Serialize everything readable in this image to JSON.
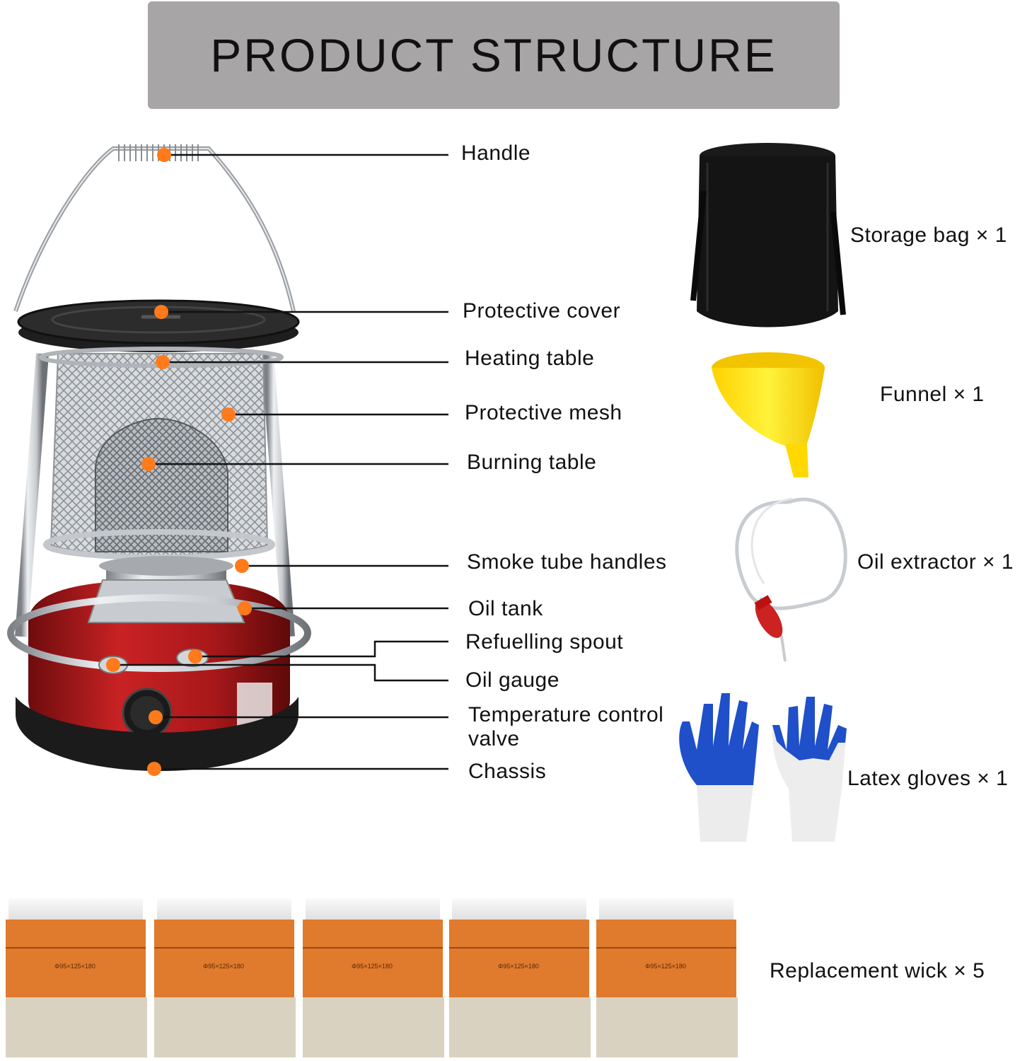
{
  "title": "PRODUCT STRUCTURE",
  "parts": [
    {
      "label": "Handle"
    },
    {
      "label": "Protective cover"
    },
    {
      "label": "Heating table"
    },
    {
      "label": "Protective mesh"
    },
    {
      "label": "Burning table"
    },
    {
      "label": "Smoke tube handles"
    },
    {
      "label": "Oil tank"
    },
    {
      "label": "Refuelling spout"
    },
    {
      "label": "Oil gauge"
    },
    {
      "label": "Temperature control"
    },
    {
      "label": "valve"
    },
    {
      "label": "Chassis"
    }
  ],
  "accessories": [
    {
      "label": "Storage bag × 1"
    },
    {
      "label": "Funnel × 1"
    },
    {
      "label": "Oil extractor × 1"
    },
    {
      "label": "Latex gloves × 1"
    },
    {
      "label": "Replacement wick × 5"
    }
  ],
  "wick_print": "Φ95×125×180",
  "colors": {
    "banner": "#a7a5a6",
    "marker": "#ff7a1a",
    "tank_red": "#b5191b",
    "wick_orange": "#e07a2c",
    "funnel_yellow": "#ffe600",
    "glove_blue": "#1f4fc9"
  }
}
